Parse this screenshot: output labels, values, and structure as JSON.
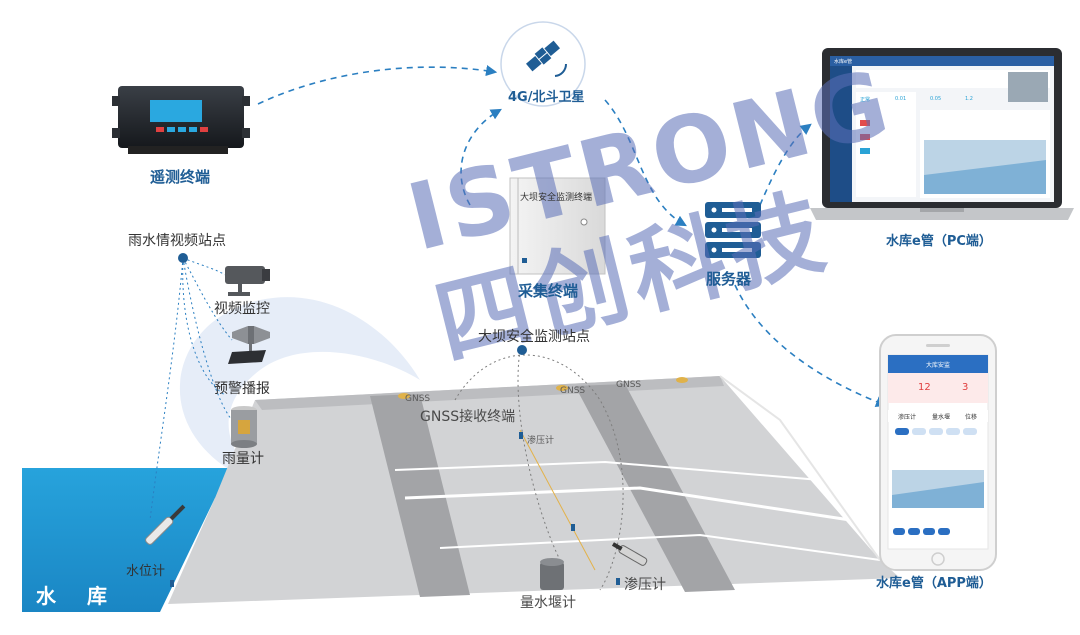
{
  "colors": {
    "reservoir": "#1d93cf",
    "dam_gray": "#cfd0d2",
    "dam_dark": "#a7a8ab",
    "label_blue": "#1f5d95",
    "dashed_blue": "#2b7fc1",
    "node_blue": "#1f5d95",
    "watermark": "#5b6fb8"
  },
  "satellite": {
    "label": "4G/北斗卫星",
    "icon": "satellite-icon"
  },
  "telemetry_terminal": {
    "label": "遥测终端",
    "icon": "telemetry-terminal-device"
  },
  "collection_terminal": {
    "label": "采集终端",
    "cabinet_title": "大坝安全监测终端",
    "icon": "collection-cabinet"
  },
  "server": {
    "label": "服务器",
    "icon": "server-icon"
  },
  "pc_app": {
    "label": "水库e管（PC端）",
    "screen_brand": "水库e管",
    "screen_values": [
      "正常",
      "0.01",
      "0.05",
      "1.2"
    ]
  },
  "mobile_app": {
    "label": "水库e管（APP端）",
    "header_title": "大库安监",
    "counts": [
      "12",
      "3"
    ],
    "tabs": [
      "渗压计",
      "量水堰",
      "位移"
    ]
  },
  "rain_station": {
    "label": "雨水情视频站点",
    "items": [
      {
        "label": "视频监控",
        "icon": "video-camera-icon"
      },
      {
        "label": "预警播报",
        "icon": "warning-speaker-icon"
      },
      {
        "label": "雨量计",
        "icon": "rain-gauge-icon"
      }
    ]
  },
  "dam_station": {
    "label": "大坝安全监测站点"
  },
  "dam_sensors": {
    "gnss_terminal": "GNSS接收终端",
    "gnss_tags": [
      "GNSS",
      "GNSS",
      "GNSS"
    ],
    "inner_gauge_tag": "渗压计",
    "water_level": "水位计",
    "weir": "量水堰计",
    "piezometer": "渗压计"
  },
  "reservoir": {
    "label": "水 库"
  },
  "watermark": {
    "latin": "ISTRONG",
    "chinese": "四创科技"
  }
}
